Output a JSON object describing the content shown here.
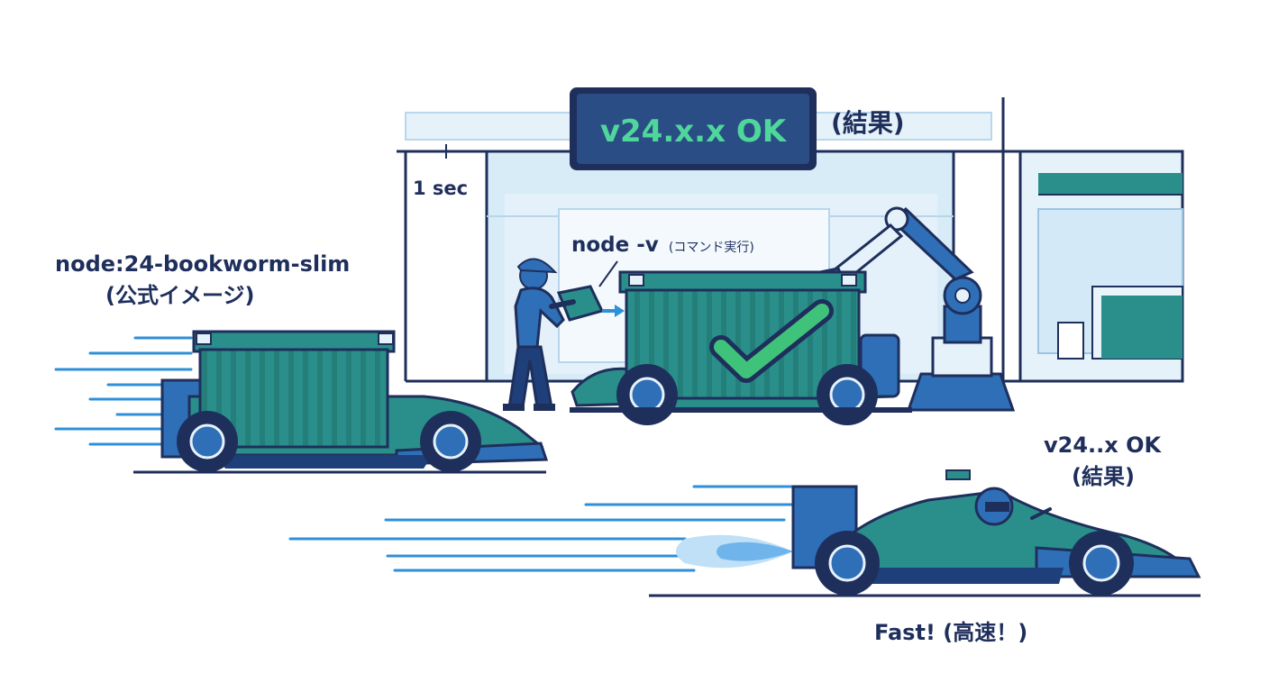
{
  "scoreboard": {
    "text": "v24.x.x OK"
  },
  "labels": {
    "result_top": "(結果)",
    "timer": "1 sec",
    "image_name": "node:24-bookworm-slim",
    "image_sub": "(公式イメージ)",
    "cmd_main": "node -v",
    "cmd_sub": "(コマンド実行)",
    "result_right_1": "v24..x OK",
    "result_right_2": "(結果)",
    "fast": "Fast! (高速！)"
  },
  "colors": {
    "navy": "#1f2f5c",
    "teal": "#2a8f8a",
    "teal_light": "#3fb0a3",
    "blue": "#2f6fb8",
    "sky": "#d8ecf8",
    "green": "#3fc37a",
    "screen_bg": "#1e3a6b"
  }
}
